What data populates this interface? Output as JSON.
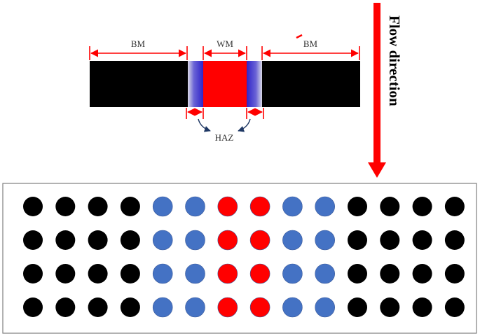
{
  "labels": {
    "base_metal_left": "BM",
    "weld_metal": "WM",
    "base_metal_right": "BM",
    "heat_affected_zone": "HAZ",
    "flow_direction": "Flow direction"
  },
  "colors": {
    "base_metal": "#000000",
    "heat_affected_zone": "#3a2ecf",
    "weld_metal": "#ff0000",
    "dimension_arrow": "#ff0000",
    "flow_arrow": "#ff0000",
    "haz_pointer": "#1f3864",
    "dot_black": "#000000",
    "dot_blue": "#4472c4",
    "dot_red": "#ff0000",
    "panel_border": "#7f7f7f"
  },
  "dot_grid": {
    "rows": 4,
    "columns": [
      "black",
      "black",
      "black",
      "black",
      "blue",
      "blue",
      "red",
      "red",
      "blue",
      "blue",
      "black",
      "black",
      "black",
      "black"
    ]
  }
}
